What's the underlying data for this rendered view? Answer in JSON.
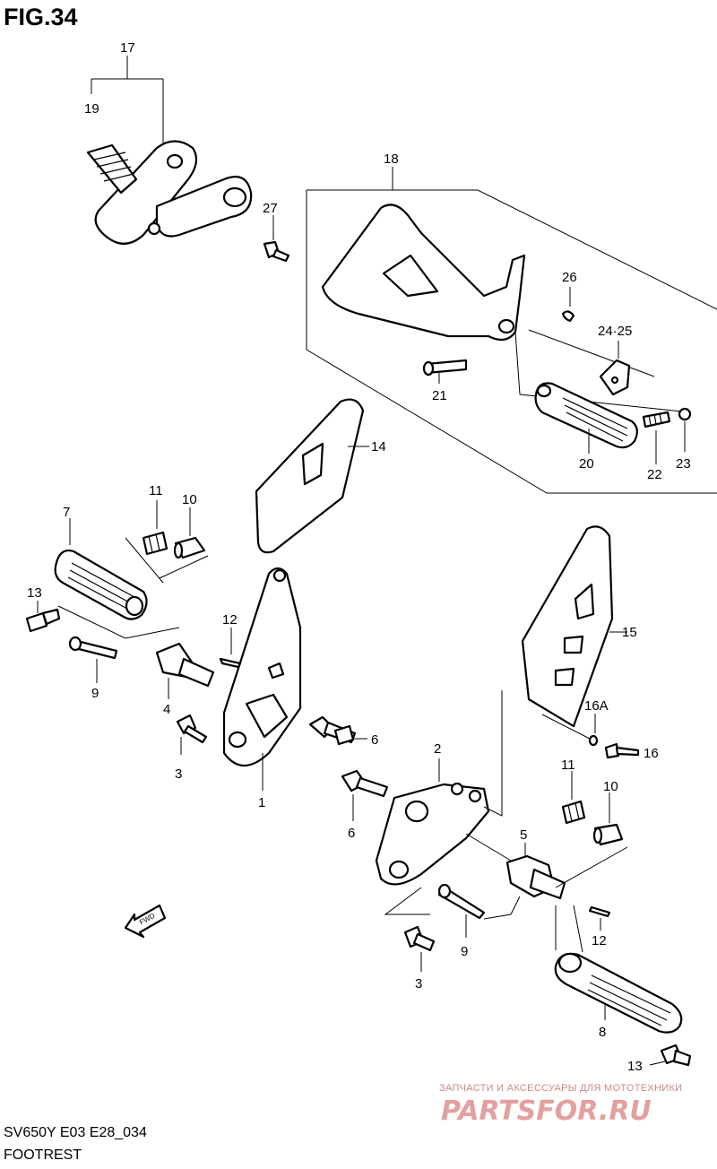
{
  "figure": {
    "title": "FIG.34"
  },
  "footer": {
    "model": "SV650Y E03 E28_034",
    "name": "FOOTREST"
  },
  "fwd_label": "FWD",
  "watermark": {
    "line1": "ЗАПЧАСТИ И АКСЕССУАРЫ ДЛЯ МОТОТЕХНИКИ",
    "line2": "PARTSFOR.RU"
  },
  "callouts": {
    "p1": "1",
    "p2": "2",
    "p3a": "3",
    "p3b": "3",
    "p4": "4",
    "p5": "5",
    "p6a": "6",
    "p6b": "6",
    "p7": "7",
    "p8": "8",
    "p9a": "9",
    "p9b": "9",
    "p10a": "10",
    "p10b": "10",
    "p11a": "11",
    "p11b": "11",
    "p12a": "12",
    "p12b": "12",
    "p13a": "13",
    "p13b": "13",
    "p14": "14",
    "p15": "15",
    "p16": "16",
    "p16a": "16A",
    "p17": "17",
    "p18": "18",
    "p19": "19",
    "p20": "20",
    "p21": "21",
    "p22": "22",
    "p23": "23",
    "p24_25": "24·25",
    "p26": "26",
    "p27": "27"
  }
}
